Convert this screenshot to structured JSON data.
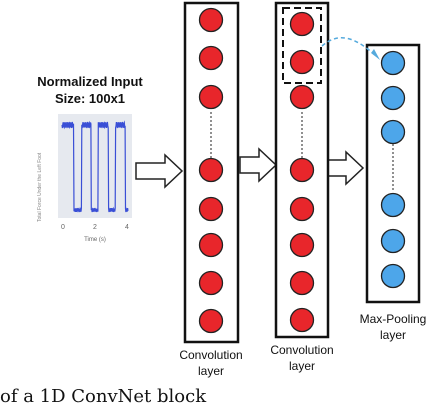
{
  "input": {
    "title_line1": "Normalized Input",
    "title_line2": "Size: 100x1",
    "ylabel": "Total Force Under the Left Foot",
    "xlabel": "Time (s)",
    "xticks": [
      "0",
      "2",
      "4"
    ]
  },
  "layers": [
    {
      "label_line1": "Convolution",
      "label_line2": "layer",
      "node_color": "#e8262b"
    },
    {
      "label_line1": "Convolution",
      "label_line2": "layer",
      "node_color": "#e8262b"
    },
    {
      "label_line1": "Max-Pooling",
      "label_line2": "layer",
      "node_color": "#4da6ea"
    }
  ],
  "caption": "of a 1D ConvNet block",
  "colors": {
    "signal": "#3a4fd6",
    "plot_bg": "#e6e9ef",
    "arrow": "#55aadd"
  }
}
